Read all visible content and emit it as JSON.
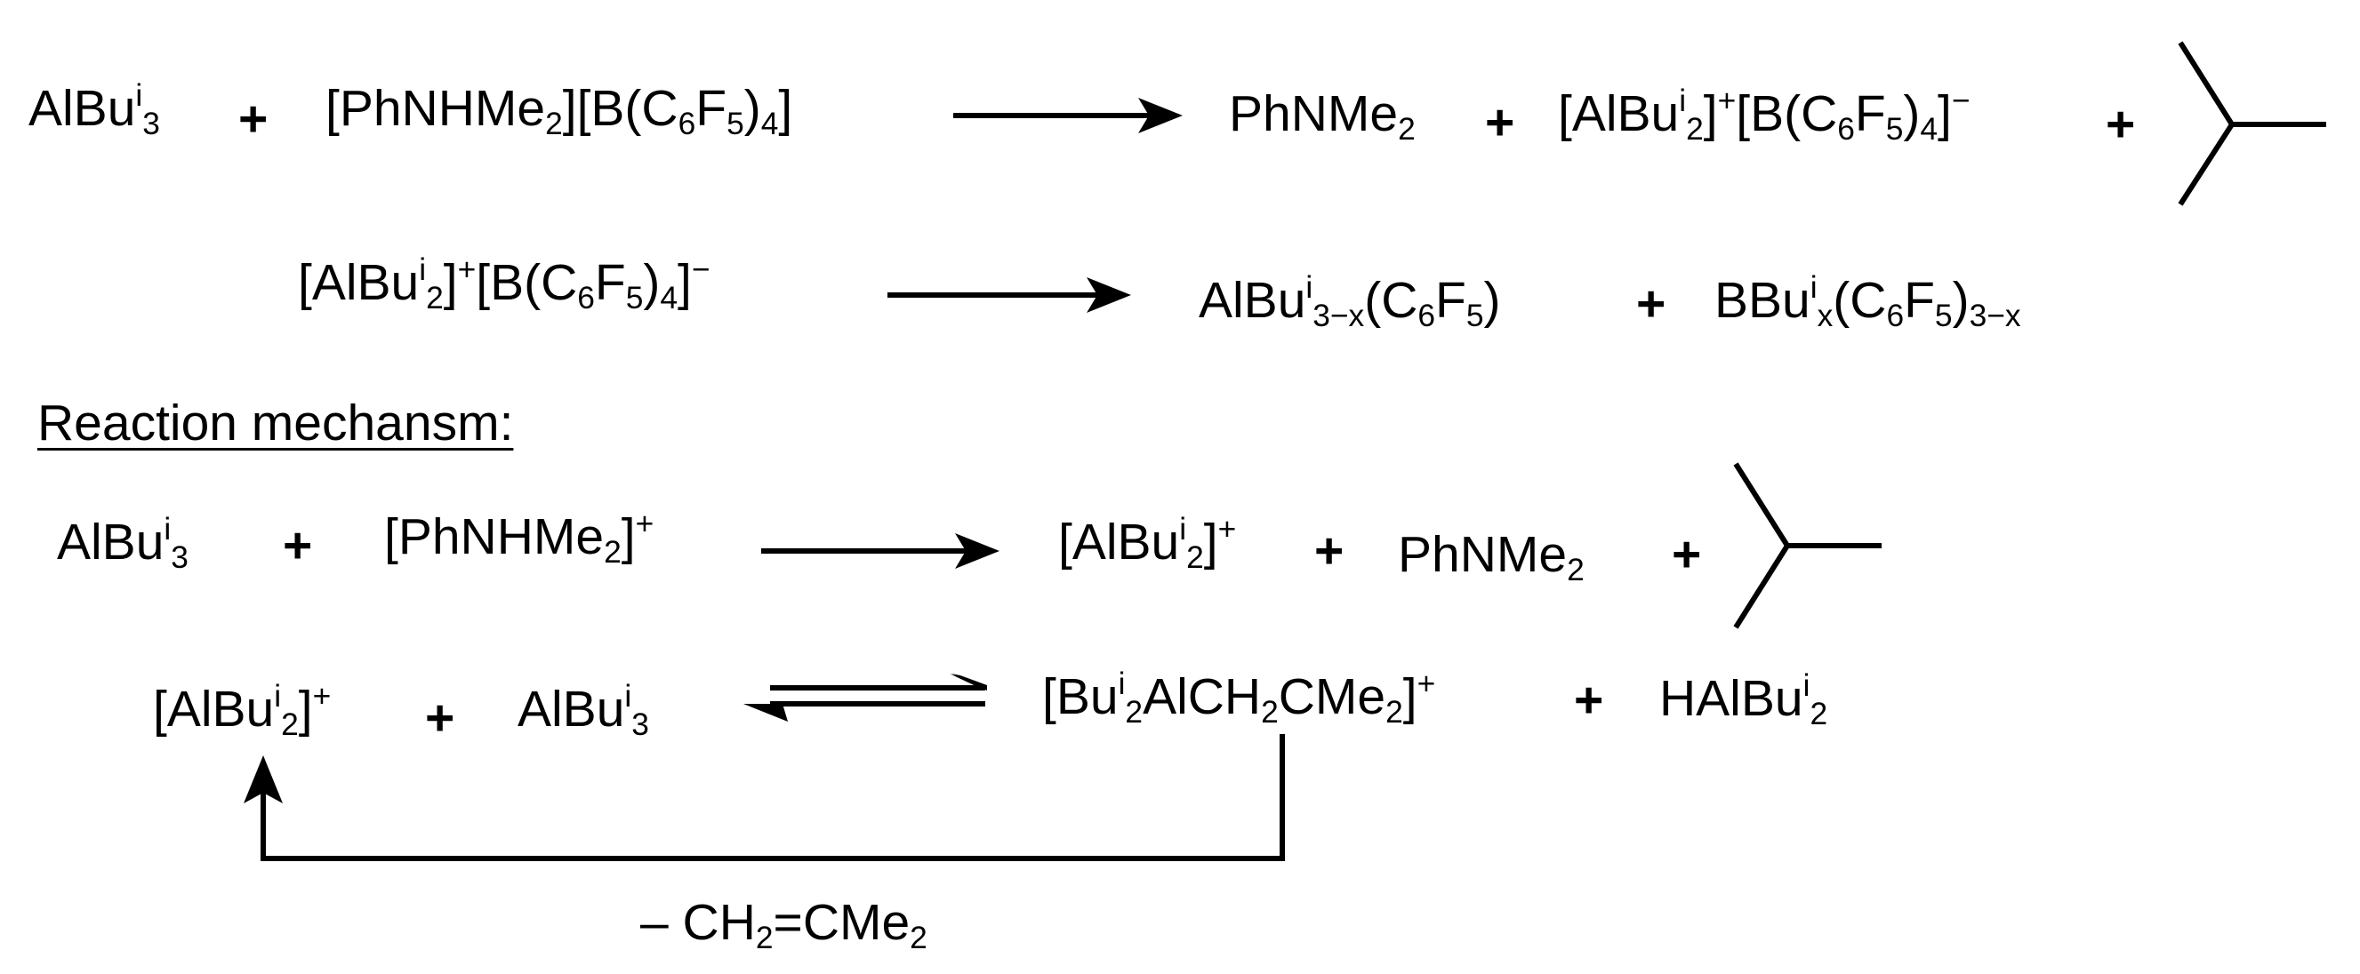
{
  "row1": {
    "r1": {
      "a": "AlBu",
      "b": "i",
      "c": "3"
    },
    "plus1": "+",
    "r2": {
      "a": "[PhNHMe",
      "b": "2",
      "c": "][B(C",
      "d": "6",
      "e": "F",
      "f": "5",
      "g": ")",
      "h": "4",
      "i": "]"
    },
    "p1": {
      "a": "PhNMe",
      "b": "2"
    },
    "plus2": "+",
    "p2": {
      "a": "[AlBu",
      "b": "i",
      "c": "2",
      "d": "]",
      "e": "+",
      "f": "[B(C",
      "g": "6",
      "h": "F",
      "i": "5",
      "j": ")",
      "k": "4",
      "l": "]",
      "m": "−"
    },
    "plus3": "+"
  },
  "row2": {
    "r1": {
      "a": "[AlBu",
      "b": "i",
      "c": "2",
      "d": "]",
      "e": "+",
      "f": "[B(C",
      "g": "6",
      "h": "F",
      "i": "5",
      "j": ")",
      "k": "4",
      "l": "]",
      "m": "−"
    },
    "p1": {
      "a": "AlBu",
      "b": "i",
      "c": "3−x",
      "d": "(C",
      "e": "6",
      "f": "F",
      "g": "5",
      "h": ")"
    },
    "plus1": "+",
    "p2": {
      "a": "BBu",
      "b": "i",
      "c": "x",
      "d": "(C",
      "e": "6",
      "f": "F",
      "g": "5",
      "h": ")",
      "i": "3−x"
    }
  },
  "heading": "Reaction mechansm:",
  "row3": {
    "r1": {
      "a": "AlBu",
      "b": "i",
      "c": "3"
    },
    "plus1": "+",
    "r2": {
      "a": "[PhNHMe",
      "b": "2",
      "c": "]",
      "d": "+"
    },
    "p1": {
      "a": "[AlBu",
      "b": "i",
      "c": "2",
      "d": "]",
      "e": "+"
    },
    "plus2": "+",
    "p2": {
      "a": "PhNMe",
      "b": "2"
    },
    "plus3": "+"
  },
  "row4": {
    "r1": {
      "a": "[AlBu",
      "b": "i",
      "c": "2",
      "d": "]",
      "e": "+"
    },
    "plus1": "+",
    "r2": {
      "a": "AlBu",
      "b": "i",
      "c": "3"
    },
    "p1": {
      "a": "[Bu",
      "b": "i",
      "c": "2",
      "d": "AlCH",
      "e": "2",
      "f": "CMe",
      "g": "2",
      "h": "]",
      "i": "+"
    },
    "plus2": "+",
    "p2": {
      "a": "HAlBu",
      "b": "i",
      "c": "2"
    }
  },
  "loop_label": {
    "a": "– CH",
    "b": "2",
    "c": "=CMe",
    "d": "2"
  }
}
